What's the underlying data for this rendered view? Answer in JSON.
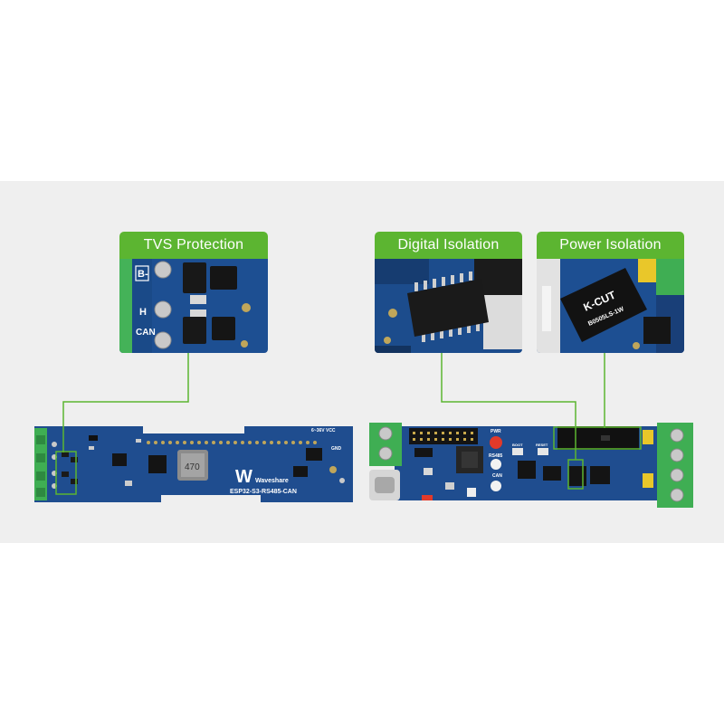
{
  "callouts": {
    "tvs": {
      "label": "TVS Protection"
    },
    "digital": {
      "label": "Digital Isolation"
    },
    "power": {
      "label": "Power Isolation"
    }
  },
  "left_board": {
    "silkscreen": {
      "brand": "Waveshare",
      "model": "ESP32-S3-RS485-CAN",
      "vcc": "6~36V VCC",
      "gnd": "GND",
      "inductor": "470"
    }
  },
  "zoom_tvs": {
    "terminals": [
      "B-",
      "H",
      "CAN"
    ]
  },
  "zoom_power": {
    "module_top": "K-CUT",
    "module_bottom": "B0505LS-1W"
  },
  "right_board": {
    "silkscreen": {
      "pwr": "PWR",
      "rs485": "RS485",
      "can": "CAN",
      "boot": "BOOT",
      "reset": "RESET"
    }
  },
  "colors": {
    "accent_green": "#5cb531",
    "pcb_blue": "#1f4d8f",
    "terminal_green": "#3fae53",
    "background_band": "#efefef"
  }
}
